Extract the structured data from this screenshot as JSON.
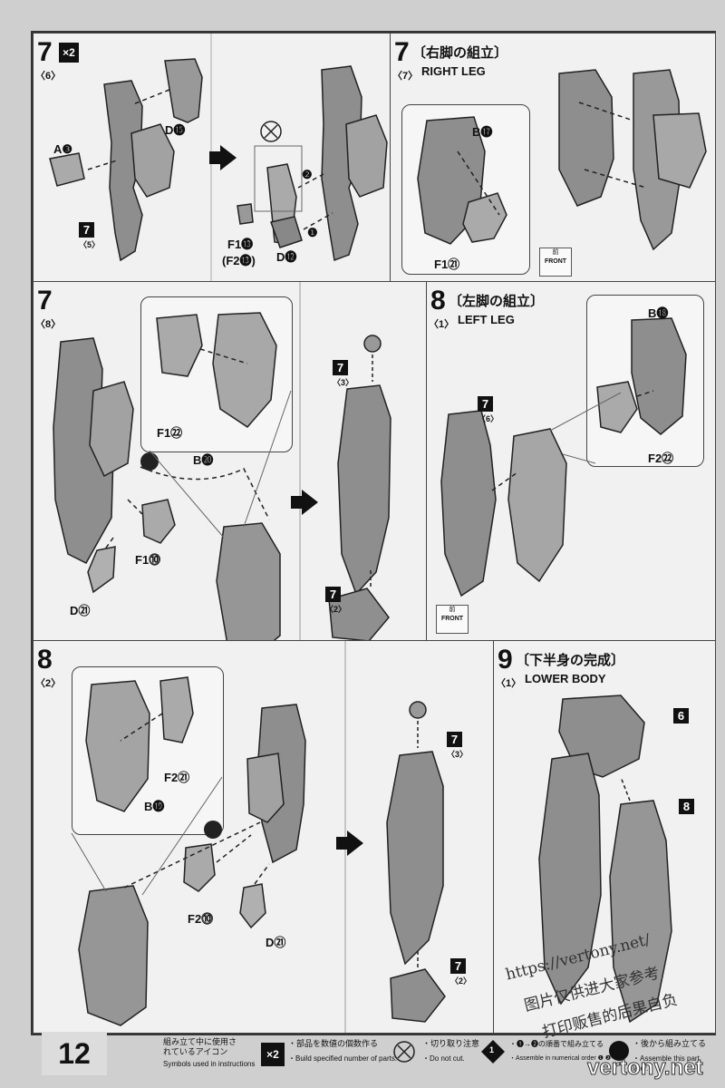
{
  "step7a": {
    "num": "7",
    "sub": "〈6〉",
    "x2": "×2",
    "a3": "A❸",
    "d15": "D⓯",
    "tag": "7",
    "tag_sub": "〈5〉",
    "f13": "F1⓭",
    "f2_13": "(F2⓭)",
    "d12": "D⓬",
    "n1": "❶",
    "n2": "❷"
  },
  "step7b": {
    "num": "7",
    "title_jp": "〔右脚の組立〕",
    "sub": "〈7〉",
    "title_en": "RIGHT LEG",
    "b17": "B⓱",
    "f21": "F1㉑",
    "front_jp": "前",
    "front": "FRONT"
  },
  "step7c": {
    "num": "7",
    "sub": "〈8〉",
    "f22": "F1㉒",
    "b20": "B⓴",
    "f10": "F1⓾",
    "d21": "D㉑",
    "tag3": "7",
    "tag3_sub": "〈3〉",
    "tag2": "7",
    "tag2_sub": "〈2〉"
  },
  "step8a": {
    "num": "8",
    "title_jp": "〔左脚の組立〕",
    "sub": "〈1〉",
    "title_en": "LEFT LEG",
    "b18": "B⓲",
    "f2_22": "F2㉒",
    "tag": "7",
    "tag_sub": "〈6〉",
    "front_jp": "前",
    "front": "FRONT"
  },
  "step8b": {
    "num": "8",
    "sub": "〈2〉",
    "f2_21": "F2㉑",
    "b19": "B⓳",
    "f2_10": "F2⓾",
    "d21": "D㉑",
    "tag3": "7",
    "tag3_sub": "〈3〉",
    "tag2": "7",
    "tag2_sub": "〈2〉"
  },
  "step9": {
    "num": "9",
    "title_jp": "〔下半身の完成〕",
    "sub": "〈1〉",
    "title_en": "LOWER BODY",
    "tag6": "6",
    "tag8": "8"
  },
  "footer": {
    "page": "12",
    "icons_jp": "組み立て中に使用されているアイコン",
    "icons_en": "Symbols used in instructions",
    "x2_icon": "×2",
    "x2_jp": "・部品を数値の個数作る",
    "x2_en": "・Build specified number of parts.",
    "cut_jp": "・切り取り注意",
    "cut_en": "・Do not cut.",
    "order_num": "1",
    "order_jp": "・❶→❷の順番で組み立てる",
    "order_en": "・Assemble in numerical order ❶ ❷",
    "later_jp": "・後から組み立てる",
    "later_en": "・Assemble this part later."
  },
  "watermark": {
    "url": "https://vertony.net/",
    "line2": "图片仅供进大家参考,",
    "line3": "打印贩售的后果自负",
    "site": "vertony.net"
  }
}
